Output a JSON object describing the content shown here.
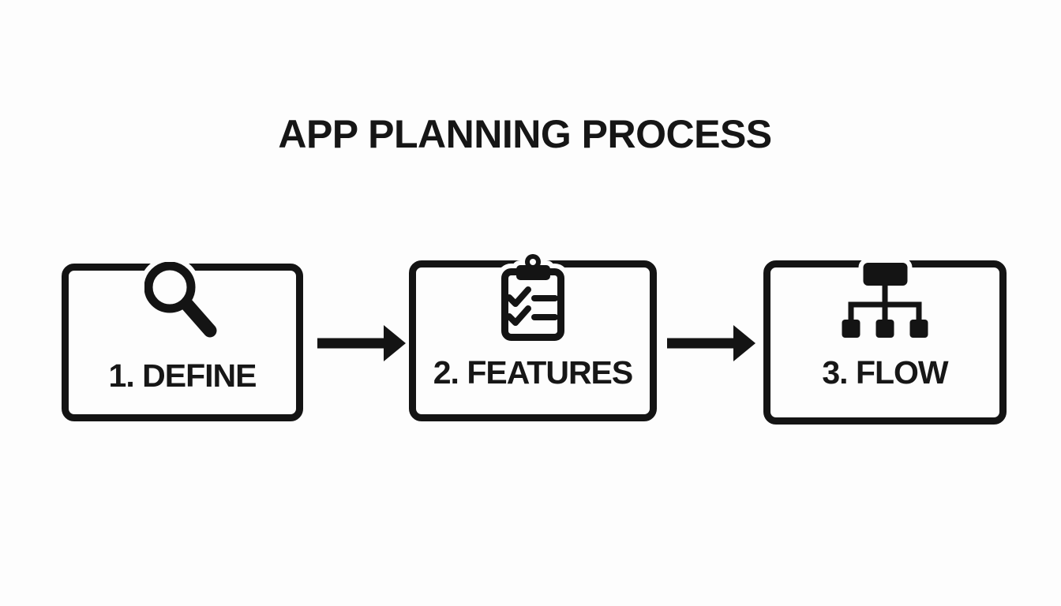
{
  "title": "APP PLANNING PROCESS",
  "steps": [
    {
      "label": "1. DEFINE",
      "icon": "magnifier-icon"
    },
    {
      "label": "2. FEATURES",
      "icon": "checklist-clipboard-icon"
    },
    {
      "label": "3. FLOW",
      "icon": "sitemap-icon"
    }
  ],
  "connectors": [
    {
      "name": "arrow-define-to-features",
      "direction": "right"
    },
    {
      "name": "arrow-features-to-flow",
      "direction": "right"
    }
  ],
  "colors": {
    "ink": "#141414",
    "background": "#fdfdfd"
  }
}
